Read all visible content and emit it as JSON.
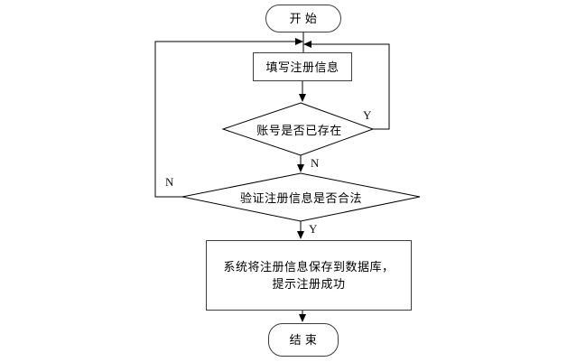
{
  "diagram": {
    "type": "flowchart",
    "colors": {
      "background": "#ffffff",
      "line": "#000000",
      "shape_border": "#3d3d3d",
      "text": "#000000"
    },
    "nodes": {
      "start": {
        "shape": "terminator",
        "label": "开 始"
      },
      "fill_info": {
        "shape": "process",
        "label": "填写注册信息"
      },
      "account_exists": {
        "shape": "decision",
        "label": "账号是否已存在"
      },
      "validate_info": {
        "shape": "decision",
        "label": "验证注册信息是否合法"
      },
      "save_to_db": {
        "shape": "process",
        "line1": "系统将注册信息保存到数据库，",
        "line2": "提示注册成功"
      },
      "end": {
        "shape": "terminator",
        "label": "结 束"
      }
    },
    "edge_labels": {
      "account_exists_yes": "Y",
      "account_exists_no": "N",
      "validate_info_no": "N",
      "validate_info_yes": "Y"
    }
  }
}
